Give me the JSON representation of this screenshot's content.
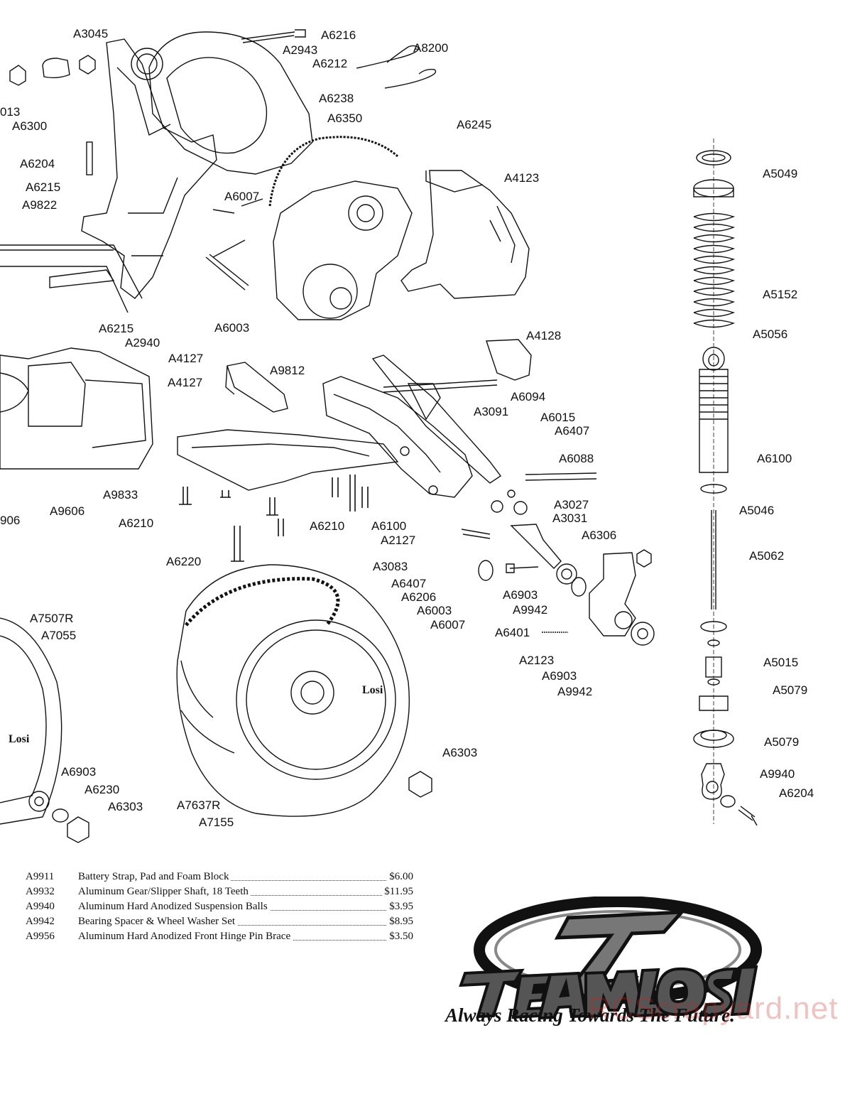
{
  "callouts": [
    {
      "text": "A3045"
    },
    {
      "text": "A6216"
    },
    {
      "text": "A2943"
    },
    {
      "text": "A8200"
    },
    {
      "text": "A6212"
    },
    {
      "text": "013"
    },
    {
      "text": "A6300"
    },
    {
      "text": "A6238"
    },
    {
      "text": "A6350"
    },
    {
      "text": "A6245"
    },
    {
      "text": "A6204"
    },
    {
      "text": "A4123"
    },
    {
      "text": "A5049"
    },
    {
      "text": "A6215"
    },
    {
      "text": "A9822"
    },
    {
      "text": "A6007"
    },
    {
      "text": "A5152"
    },
    {
      "text": "A6215"
    },
    {
      "text": "A2940"
    },
    {
      "text": "A6003"
    },
    {
      "text": "A5056"
    },
    {
      "text": "A4128"
    },
    {
      "text": "A4127"
    },
    {
      "text": "A9812"
    },
    {
      "text": "A4127"
    },
    {
      "text": "A6094"
    },
    {
      "text": "A3091"
    },
    {
      "text": "A6015"
    },
    {
      "text": "A6407"
    },
    {
      "text": "A6088"
    },
    {
      "text": "A6100"
    },
    {
      "text": "A9833"
    },
    {
      "text": "A9606"
    },
    {
      "text": "906"
    },
    {
      "text": "A6210"
    },
    {
      "text": "A6210"
    },
    {
      "text": "A6100"
    },
    {
      "text": "A3027"
    },
    {
      "text": "A5046"
    },
    {
      "text": "A2127"
    },
    {
      "text": "A3031"
    },
    {
      "text": "A6306"
    },
    {
      "text": "A6220"
    },
    {
      "text": "A3083"
    },
    {
      "text": "A5062"
    },
    {
      "text": "A6407"
    },
    {
      "text": "A6206"
    },
    {
      "text": "A6903"
    },
    {
      "text": "A6003"
    },
    {
      "text": "A9942"
    },
    {
      "text": "A7507R"
    },
    {
      "text": "A6007"
    },
    {
      "text": "A7055"
    },
    {
      "text": "A6401"
    },
    {
      "text": "A2123"
    },
    {
      "text": "A5015"
    },
    {
      "text": "A6903"
    },
    {
      "text": "A9942"
    },
    {
      "text": "A5079"
    },
    {
      "text": "A6303"
    },
    {
      "text": "A5079"
    },
    {
      "text": "A6903"
    },
    {
      "text": "A9940"
    },
    {
      "text": "A6230"
    },
    {
      "text": "A6204"
    },
    {
      "text": "A6303"
    },
    {
      "text": "A7637R"
    },
    {
      "text": "A7155"
    }
  ],
  "parts_list": [
    {
      "part": "A9911",
      "description": "Battery Strap, Pad and Foam Block",
      "price": "$6.00"
    },
    {
      "part": "A9932",
      "description": "Aluminum Gear/Slipper Shaft, 18 Teeth",
      "price": "$11.95"
    },
    {
      "part": "A9940",
      "description": "Aluminum Hard Anodized Suspension Balls",
      "price": "$3.95"
    },
    {
      "part": "A9942",
      "description": "Bearing Spacer & Wheel Washer Set",
      "price": "$8.95"
    },
    {
      "part": "A9956",
      "description": "Aluminum Hard Anodized Front Hinge Pin Brace",
      "price": "$3.50"
    }
  ],
  "logo": {
    "wordmark": "TEAM LOSI",
    "tagline": "Always Racing Towards The Future."
  },
  "wheel_brand": "Losi",
  "watermark": "RCScrapyard.net"
}
